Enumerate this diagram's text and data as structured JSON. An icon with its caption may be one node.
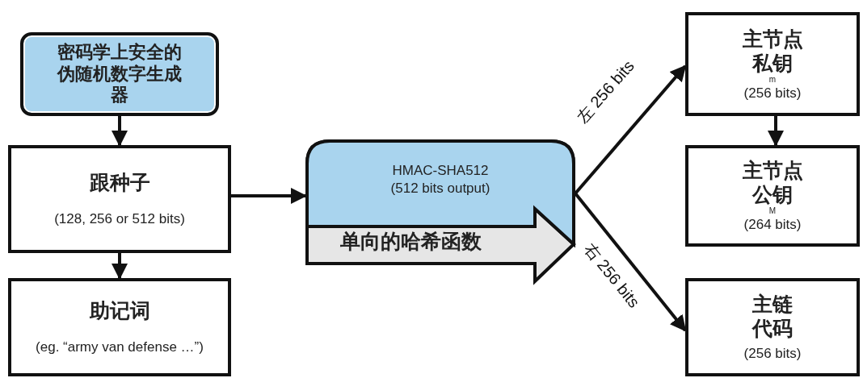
{
  "diagram": {
    "nodes": [
      {
        "text": [
          "密码学上安全的伪随机数字生成器"
        ]
      },
      {
        "text": [
          "跟种子",
          "(128, 256 or 512 bits)"
        ]
      },
      {
        "text": [
          "助记词",
          "(eg. “army van defense …”)"
        ]
      },
      {
        "text": [
          "HMAC-SHA512 (512 bits output)",
          "单向的哈希函数"
        ]
      },
      {
        "text": [
          "主节点私钥",
          "m",
          "(256 bits)"
        ]
      },
      {
        "text": [
          "主节点公钥",
          "M",
          "(264 bits)"
        ]
      },
      {
        "text": [
          "主链代码",
          "(256 bits)"
        ]
      }
    ],
    "edges": [
      {
        "from": 0,
        "to": 1,
        "arrow": "to"
      },
      {
        "from": 1,
        "to": 2,
        "arrow": "to"
      },
      {
        "from": 1,
        "to": 3,
        "arrow": "to"
      },
      {
        "from": 3,
        "to": 4,
        "arrow": "to",
        "label": "左 256 bits"
      },
      {
        "from": 4,
        "to": 5,
        "arrow": "to"
      },
      {
        "from": 3,
        "to": 6,
        "arrow": "to",
        "label": "右 256 bits"
      }
    ]
  }
}
